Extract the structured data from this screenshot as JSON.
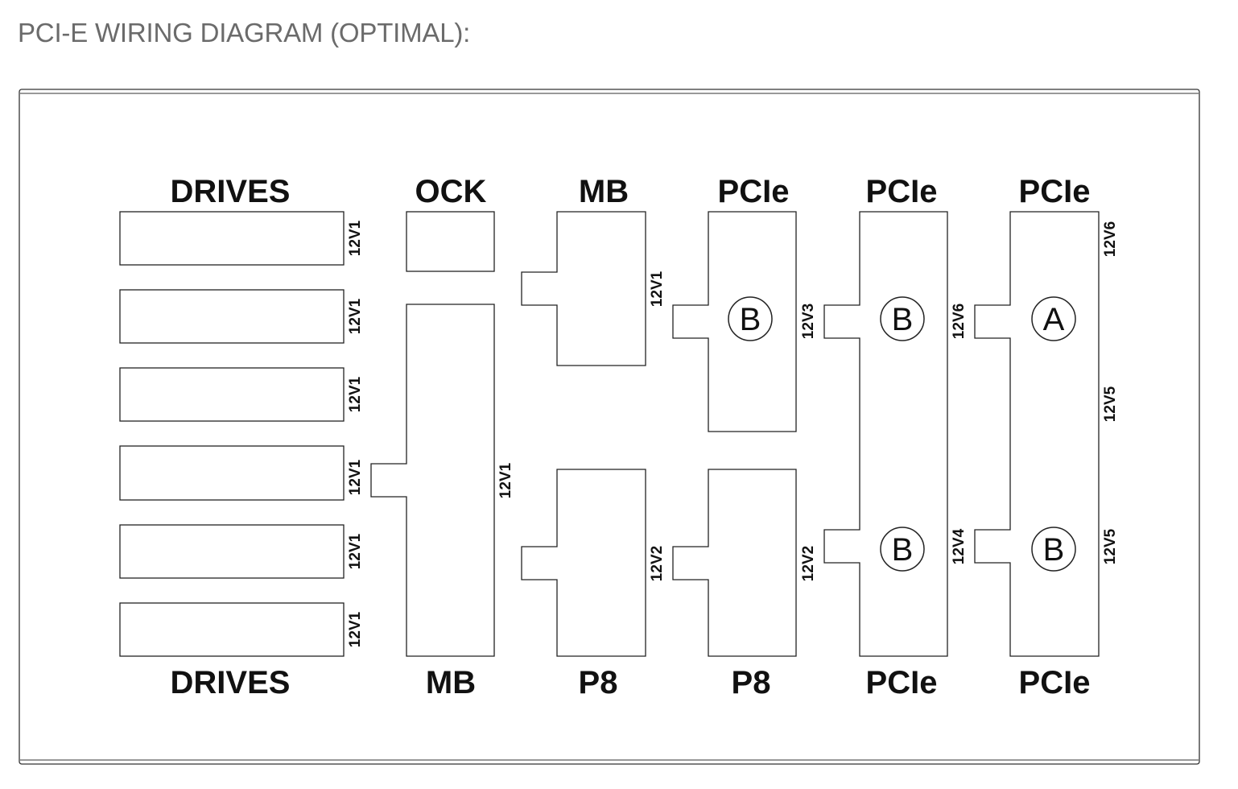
{
  "title": "PCI-E WIRING DIAGRAM (OPTIMAL):",
  "columns_top": [
    "DRIVES",
    "OCK",
    "MB",
    "PCIe",
    "PCIe",
    "PCIe"
  ],
  "columns_bottom": [
    "DRIVES",
    "MB",
    "P8",
    "P8",
    "PCIe",
    "PCIe"
  ],
  "drive_rails": [
    "12V1",
    "12V1",
    "12V1",
    "12V1",
    "12V1",
    "12V1"
  ],
  "mb_rail": "12V1",
  "mb_cpu_rail": "12V1",
  "p8_rails": [
    "12V2",
    "12V2"
  ],
  "pcie_col1": {
    "rail": "12V3",
    "letter": "B"
  },
  "pcie_col2": {
    "rails": [
      "12V6",
      "12V4"
    ],
    "letters": [
      "B",
      "B"
    ]
  },
  "pcie_col3": {
    "rails": [
      "12V6",
      "12V5",
      "12V5"
    ],
    "letters": [
      "A",
      "B"
    ]
  }
}
